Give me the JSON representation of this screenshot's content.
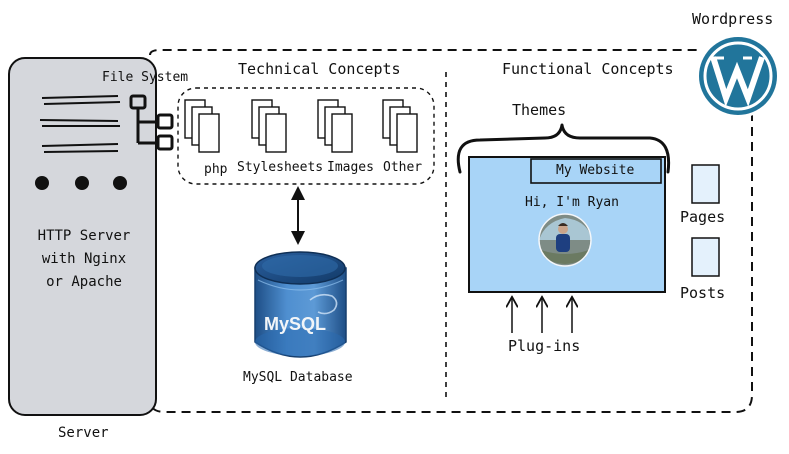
{
  "wordpress_label": "Wordpress",
  "server": {
    "line1": "HTTP Server",
    "line2": "with Nginx",
    "line3": "or Apache",
    "caption": "Server"
  },
  "file_system_label": "File System",
  "technical": {
    "title": "Technical Concepts",
    "files": [
      "php",
      "Stylesheets",
      "Images",
      "Other"
    ]
  },
  "database": {
    "logo_text": "MySQL",
    "caption": "MySQL Database"
  },
  "functional": {
    "title": "Functional Concepts",
    "themes_label": "Themes",
    "website_title": "My Website",
    "greeting": "Hi, I'm Ryan",
    "plugins_label": "Plug-ins",
    "pages_label": "Pages",
    "posts_label": "Posts"
  },
  "colors": {
    "server_fill": "#d5d7dc",
    "website_fill": "#a8d4f7",
    "wordpress_blue": "#21759b",
    "mysql_blue": "#3d7fc1",
    "page_icon_fill": "#e4f1fc"
  }
}
